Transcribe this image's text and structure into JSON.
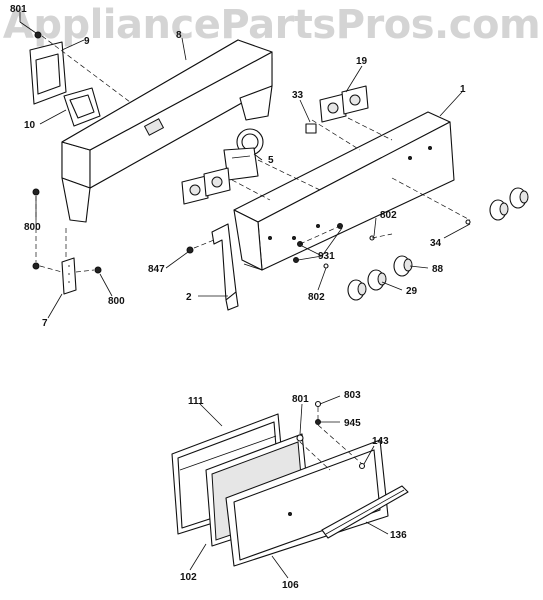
{
  "watermark": "AppliancePartsPros.com",
  "parts": {
    "p801a": "801",
    "p9": "9",
    "p8": "8",
    "p10": "10",
    "p19": "19",
    "p33": "33",
    "p1": "1",
    "p5": "5",
    "p800a": "800",
    "p802a": "802",
    "p34": "34",
    "p847": "847",
    "p931": "931",
    "p88": "88",
    "p7": "7",
    "p800b": "800",
    "p2": "2",
    "p802b": "802",
    "p29": "29",
    "p803": "803",
    "p111": "111",
    "p801b": "801",
    "p945": "945",
    "p143": "143",
    "p136": "136",
    "p102": "102",
    "p106": "106"
  }
}
